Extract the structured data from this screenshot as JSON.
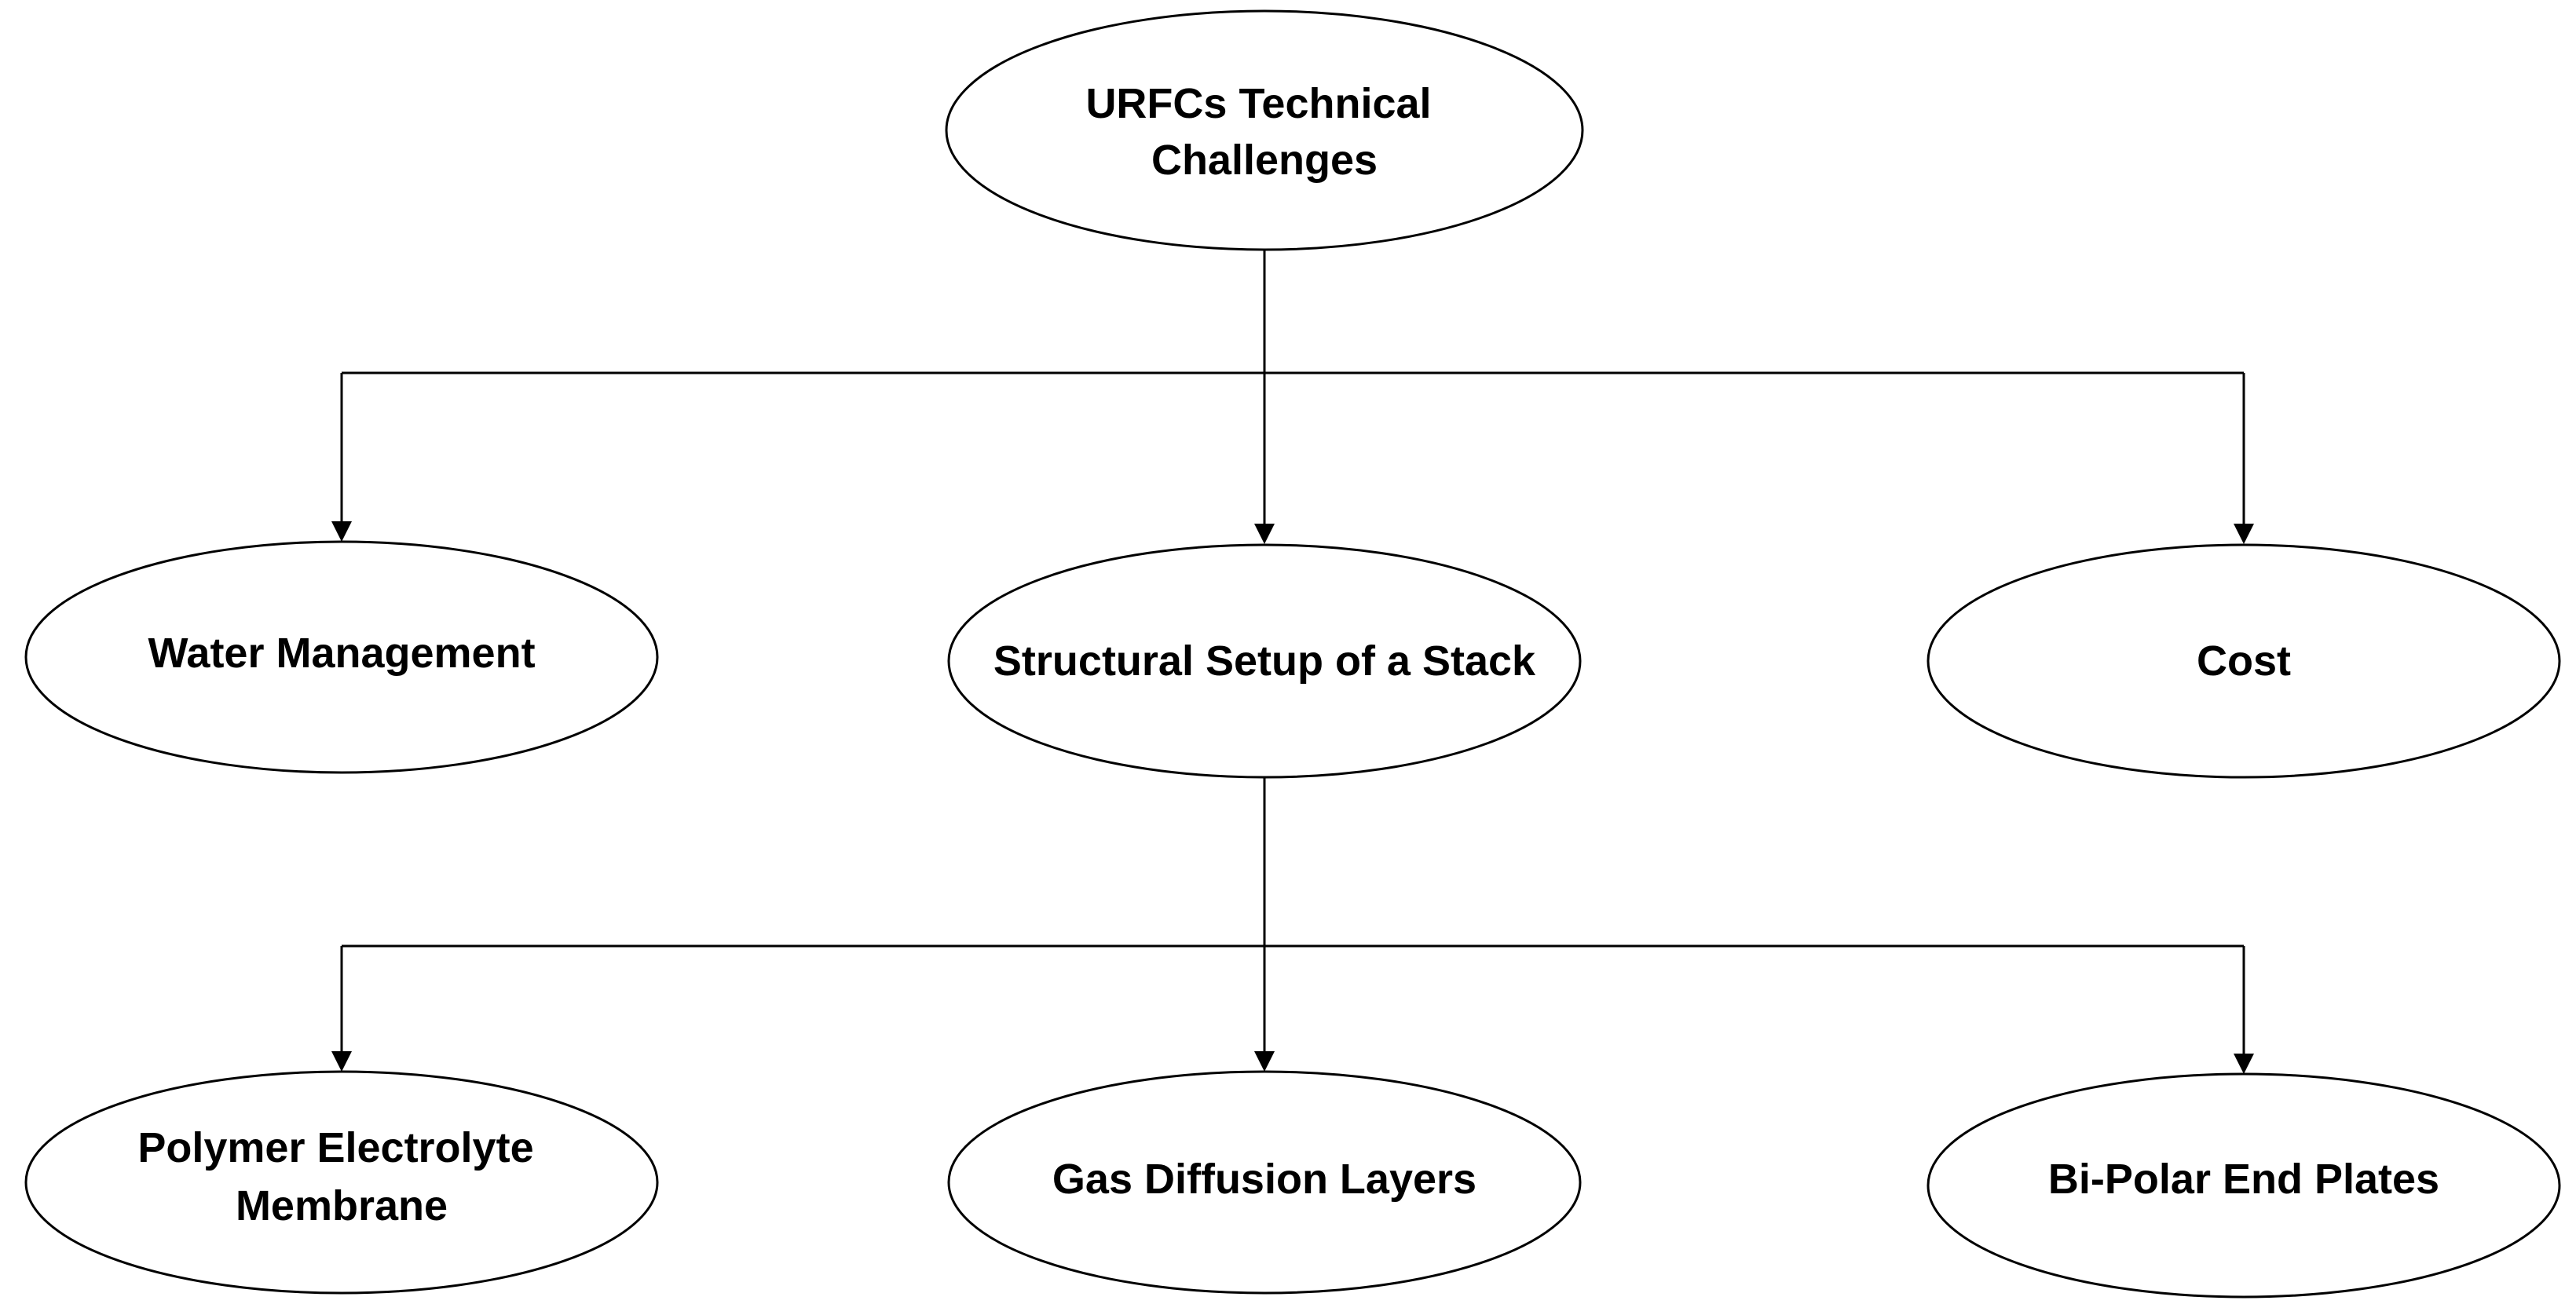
{
  "diagram": {
    "root": {
      "line1": "URFCs Technical",
      "line2": "Challenges"
    },
    "water_management": {
      "label": "Water Management"
    },
    "structural_setup": {
      "label": "Structural Setup of a Stack"
    },
    "cost": {
      "label": "Cost"
    },
    "polymer_membrane": {
      "line1": "Polymer Electrolyte",
      "line2": "Membrane"
    },
    "gas_diffusion": {
      "label": "Gas Diffusion Layers"
    },
    "bipolar_plates": {
      "label": "Bi-Polar End Plates"
    }
  },
  "colors": {
    "stroke": "#000000",
    "background": "#ffffff",
    "text": "#000000"
  }
}
